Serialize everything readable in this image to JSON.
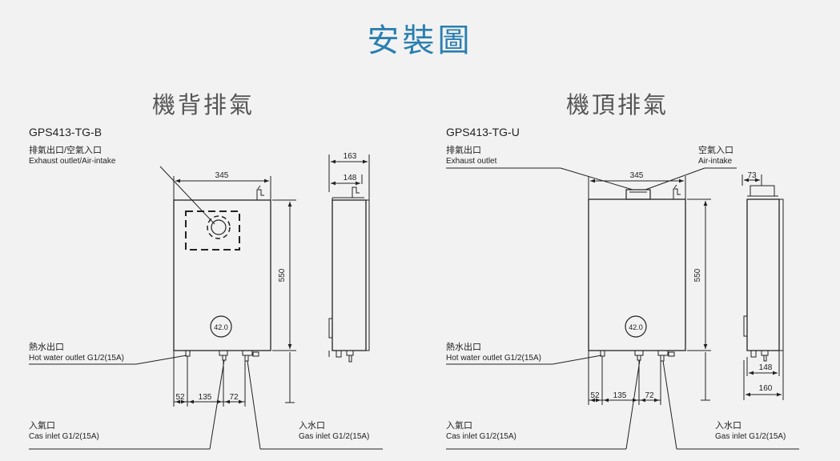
{
  "title": "安裝圖",
  "left": {
    "section_title": "機背排氣",
    "model": "GPS413-TG-B",
    "outlet_zh": "排氣出口/空氣入口",
    "outlet_en": "Exhaust outlet/Air-intake",
    "hot_water_zh": "熱水出口",
    "hot_water_en": "Hot water outlet G1/2(15A)",
    "gas_zh": "入氣口",
    "gas_en": "Cas inlet G1/2(15A)",
    "water_zh": "入水口",
    "water_en": "Gas inlet G1/2(15A)",
    "dims": {
      "width": "345",
      "height": "550",
      "side_outer": "163",
      "side_inner": "148",
      "bottom_a": "52",
      "bottom_b": "135",
      "bottom_c": "72"
    },
    "display": "42.0"
  },
  "right": {
    "section_title": "機頂排氣",
    "model": "GPS413-TG-U",
    "outlet_zh": "排氣出口",
    "outlet_en": "Exhaust outlet",
    "air_zh": "空氣入口",
    "air_en": "Air-intake",
    "hot_water_zh": "熱水出口",
    "hot_water_en": "Hot water outlet G1/2(15A)",
    "gas_zh": "入氣口",
    "gas_en": "Cas inlet G1/2(15A)",
    "water_zh": "入水口",
    "water_en": "Gas inlet G1/2(15A)",
    "dims": {
      "width": "345",
      "height": "550",
      "side_top": "73",
      "side_inner": "148",
      "side_outer": "160",
      "bottom_a": "52",
      "bottom_b": "135",
      "bottom_c": "72"
    },
    "display": "42.0"
  },
  "colors": {
    "title": "#2a7fb0",
    "line": "#222222",
    "background": "#f2f2f2"
  }
}
